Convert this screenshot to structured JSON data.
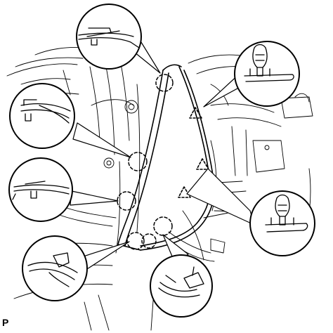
{
  "figure": {
    "corner_label": "P",
    "stroke_color": "#000000",
    "background_color": "#ffffff",
    "callouts": [
      {
        "id": "top",
        "depicts": "clip-detail-icon"
      },
      {
        "id": "upper-left",
        "depicts": "clip-detail-icon"
      },
      {
        "id": "middle-left",
        "depicts": "clip-detail-icon"
      },
      {
        "id": "lower-left",
        "depicts": "clip-detail-icon"
      },
      {
        "id": "bottom-center",
        "depicts": "clip-detail-icon"
      },
      {
        "id": "upper-right",
        "depicts": "retainer-detail-icon"
      },
      {
        "id": "lower-right",
        "depicts": "retainer-detail-icon"
      }
    ]
  }
}
